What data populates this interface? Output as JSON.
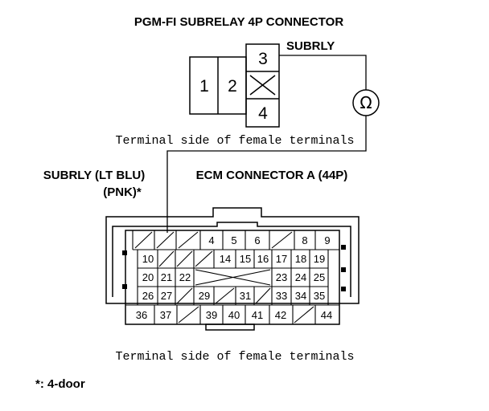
{
  "title": "PGM-FI SUBRELAY 4P CONNECTOR",
  "subrelay_connector": {
    "terminal_label": "SUBRLY",
    "pins": [
      "1",
      "2",
      "3",
      "4"
    ],
    "terminal_side_text": "Terminal side of female terminals"
  },
  "meter_symbol": "Ω",
  "wire_label_line1": "SUBRLY (LT BLU)",
  "wire_label_line2": "(PNK)*",
  "ecm_connector": {
    "title": "ECM CONNECTOR A (44P)",
    "row1": [
      "4",
      "5",
      "6",
      "8",
      "9"
    ],
    "row2": [
      "10",
      "14",
      "15",
      "16",
      "17",
      "18",
      "19"
    ],
    "row3": [
      "20",
      "21",
      "22",
      "23",
      "24",
      "25"
    ],
    "row4": [
      "26",
      "27",
      "29",
      "31",
      "33",
      "34",
      "35"
    ],
    "row5": [
      "36",
      "37",
      "39",
      "40",
      "41",
      "42",
      "44"
    ],
    "terminal_side_text": "Terminal side of female terminals"
  },
  "footnote": "*: 4-door"
}
